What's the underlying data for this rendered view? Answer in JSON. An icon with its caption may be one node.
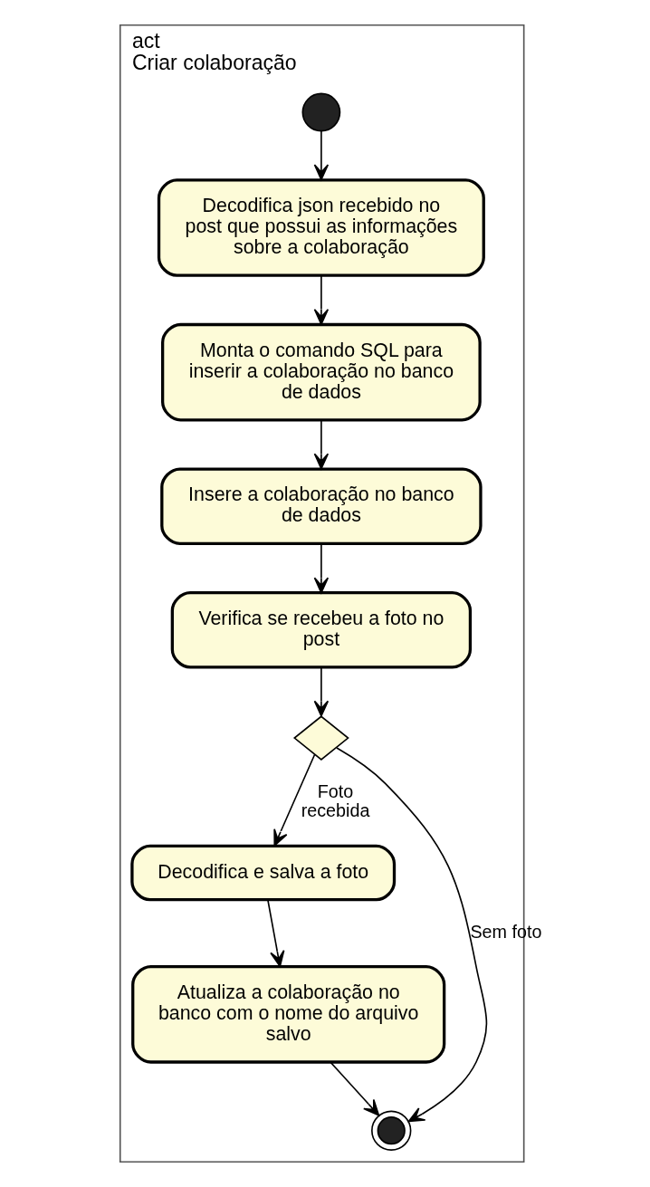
{
  "diagram": {
    "nodes": [
      {
        "text": [
          "act",
          "Criar colaboração"
        ]
      },
      {
        "text": [],
        "shape": "circle",
        "in": 0
      },
      {
        "text": [
          "Decodifica json recebido no post que possui as informações sobre a colaboração"
        ],
        "in": 0
      },
      {
        "text": [
          "Monta o comando SQL para inserir a colaboração no banco de dados"
        ],
        "in": 0
      },
      {
        "text": [
          "Insere a colaboração no banco de dados"
        ],
        "in": 0
      },
      {
        "text": [
          "Verifica se recebeu a foto no post"
        ],
        "in": 0
      },
      {
        "text": [],
        "shape": "diamond",
        "in": 0
      },
      {
        "text": [
          "Decodifica e salva a foto"
        ],
        "in": 0
      },
      {
        "text": [
          "Atualiza a colaboração no banco com o nome do arquivo salvo"
        ],
        "in": 0
      },
      {
        "text": [],
        "shape": "circle",
        "in": 0
      }
    ],
    "edges": [
      {
        "from": 1,
        "to": 2,
        "arrow": "to"
      },
      {
        "from": 2,
        "to": 3,
        "arrow": "to"
      },
      {
        "from": 3,
        "to": 4,
        "arrow": "to"
      },
      {
        "from": 4,
        "to": 5,
        "arrow": "to"
      },
      {
        "from": 5,
        "to": 6,
        "arrow": "to"
      },
      {
        "from": 6,
        "to": 7,
        "arrow": "to",
        "label": "Foto recebida"
      },
      {
        "from": 7,
        "to": 8,
        "arrow": "to"
      },
      {
        "from": 6,
        "to": 9,
        "arrow": "to",
        "label": "Sem foto"
      },
      {
        "from": 8,
        "to": 9,
        "arrow": "to"
      }
    ]
  }
}
